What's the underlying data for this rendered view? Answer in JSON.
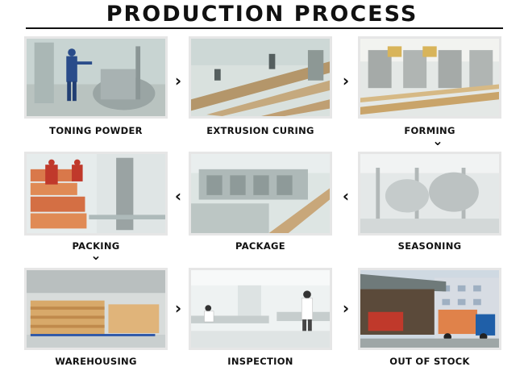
{
  "title": "PRODUCTION PROCESS",
  "steps": [
    {
      "label": "TONING POWDER",
      "scene": "worker-with-mixing-machine"
    },
    {
      "label": "EXTRUSION CURING",
      "scene": "conveyor-lines"
    },
    {
      "label": "FORMING",
      "scene": "forming-machines"
    },
    {
      "label": "SEASONING",
      "scene": "seasoning-drums"
    },
    {
      "label": "PACKAGE",
      "scene": "packaging-line"
    },
    {
      "label": "PACKING",
      "scene": "workers-packing-boxes"
    },
    {
      "label": "WAREHOUSING",
      "scene": "warehouse-pallets"
    },
    {
      "label": "INSPECTION",
      "scene": "quality-lab"
    },
    {
      "label": "OUT OF STOCK",
      "scene": "loading-truck"
    }
  ],
  "arrows": {
    "right": "›",
    "left": "‹",
    "down": "⌄"
  },
  "colors": {
    "frame": "#e6e6e6",
    "text": "#111111",
    "factory_wall": "#eef2f2",
    "box_red": "#c0392b",
    "truck_blue": "#1f5fa8"
  }
}
